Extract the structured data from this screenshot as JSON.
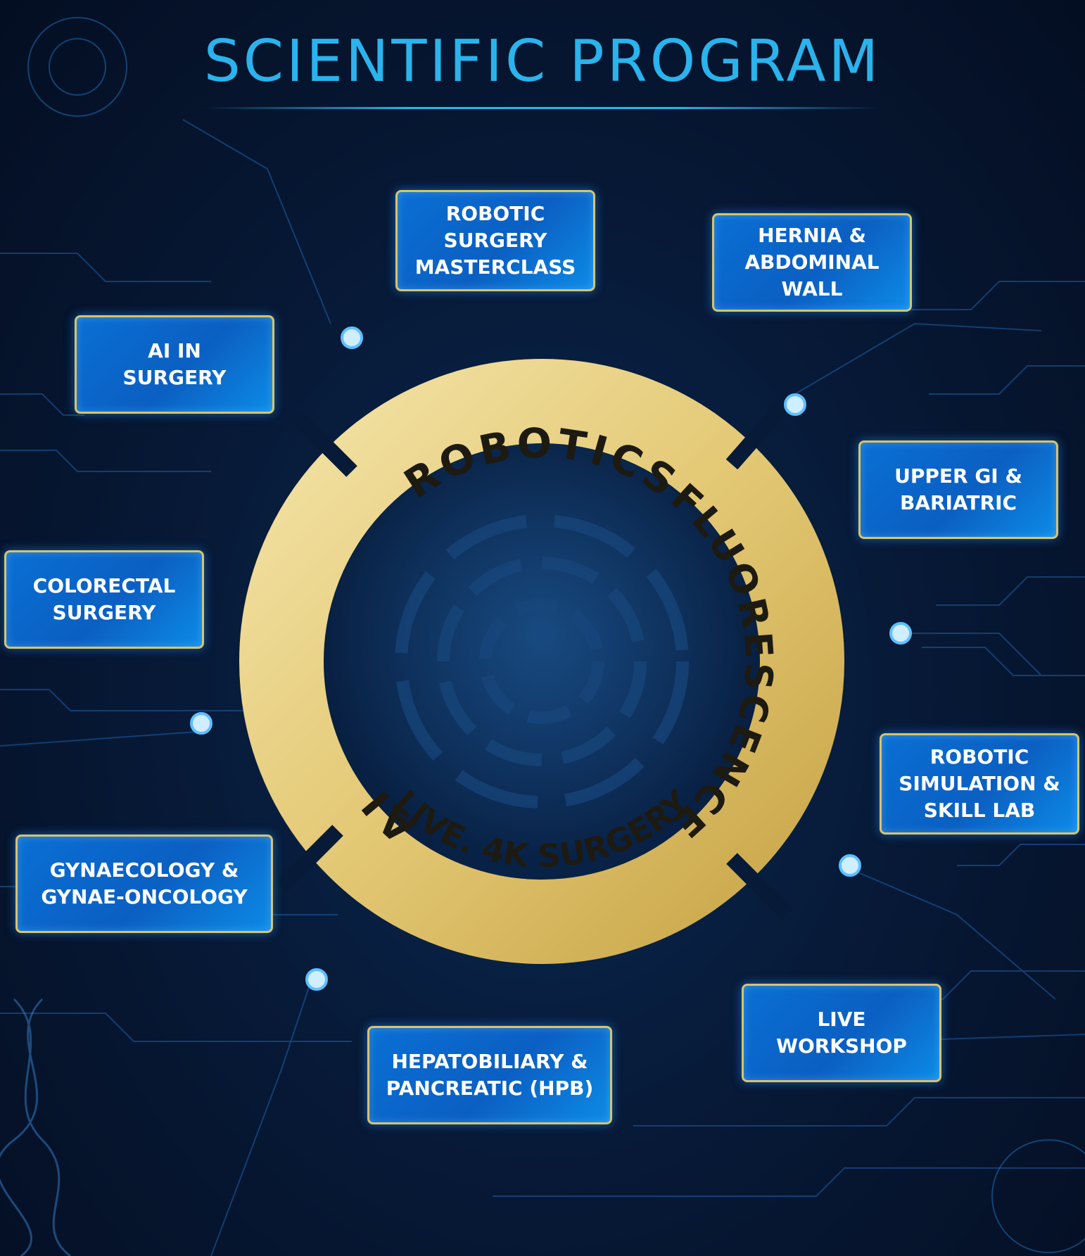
{
  "title": "SCIENTIFIC PROGRAM",
  "colors": {
    "title": "#2ab3ec",
    "box_fill": "#0b66cc",
    "box_border": "#d9c36a",
    "ring_gold": "#e6cf82"
  },
  "ring": {
    "segments": [
      "ROBOTICS",
      "FLUORESCENCE",
      "LIVE. 4K SURGERY",
      "AI"
    ]
  },
  "topics": {
    "robotic_masterclass": [
      "ROBOTIC",
      "SURGERY",
      "MASTERCLASS"
    ],
    "hernia": [
      "HERNIA &",
      "ABDOMINAL",
      "WALL"
    ],
    "ai_in_surgery": [
      "AI IN",
      "SURGERY"
    ],
    "upper_gi": [
      "UPPER GI &",
      "BARIATRIC"
    ],
    "colorectal": [
      "COLORECTAL",
      "SURGERY"
    ],
    "robotic_simulation": [
      "ROBOTIC",
      "SIMULATION &",
      "SKILL LAB"
    ],
    "gynaecology": [
      "GYNAECOLOGY &",
      "GYNAE-ONCOLOGY"
    ],
    "live_workshop": [
      "LIVE",
      "WORKSHOP"
    ],
    "hpb": [
      "HEPATOBILIARY &",
      "PANCREATIC (HPB)"
    ]
  }
}
